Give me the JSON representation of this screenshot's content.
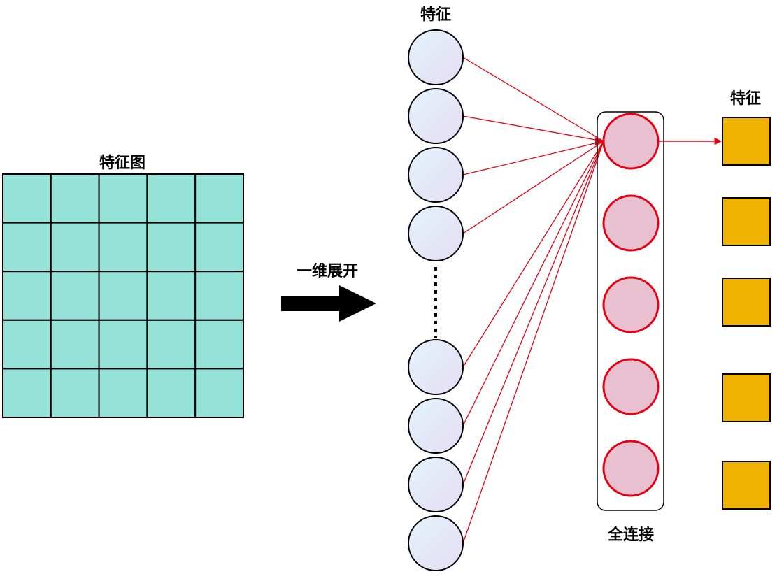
{
  "feature_map": {
    "label": "特征图",
    "rows": 5,
    "cols": 5,
    "cell_color": "#95e3d8",
    "border_color": "#000000"
  },
  "flatten": {
    "label": "一维展开"
  },
  "input_column": {
    "label": "特征",
    "top_nodes": 4,
    "bottom_nodes": 4,
    "node_fill_start": "#e2f3fb",
    "node_fill_end": "#e6ddf3"
  },
  "fc_layer": {
    "label": "全连接",
    "nodes": 5,
    "node_fill": "#e8c0cf",
    "node_stroke": "#e60012"
  },
  "output": {
    "label": "特征",
    "boxes": 5,
    "box_fill": "#f0b400"
  },
  "connection_color": "#e60012"
}
